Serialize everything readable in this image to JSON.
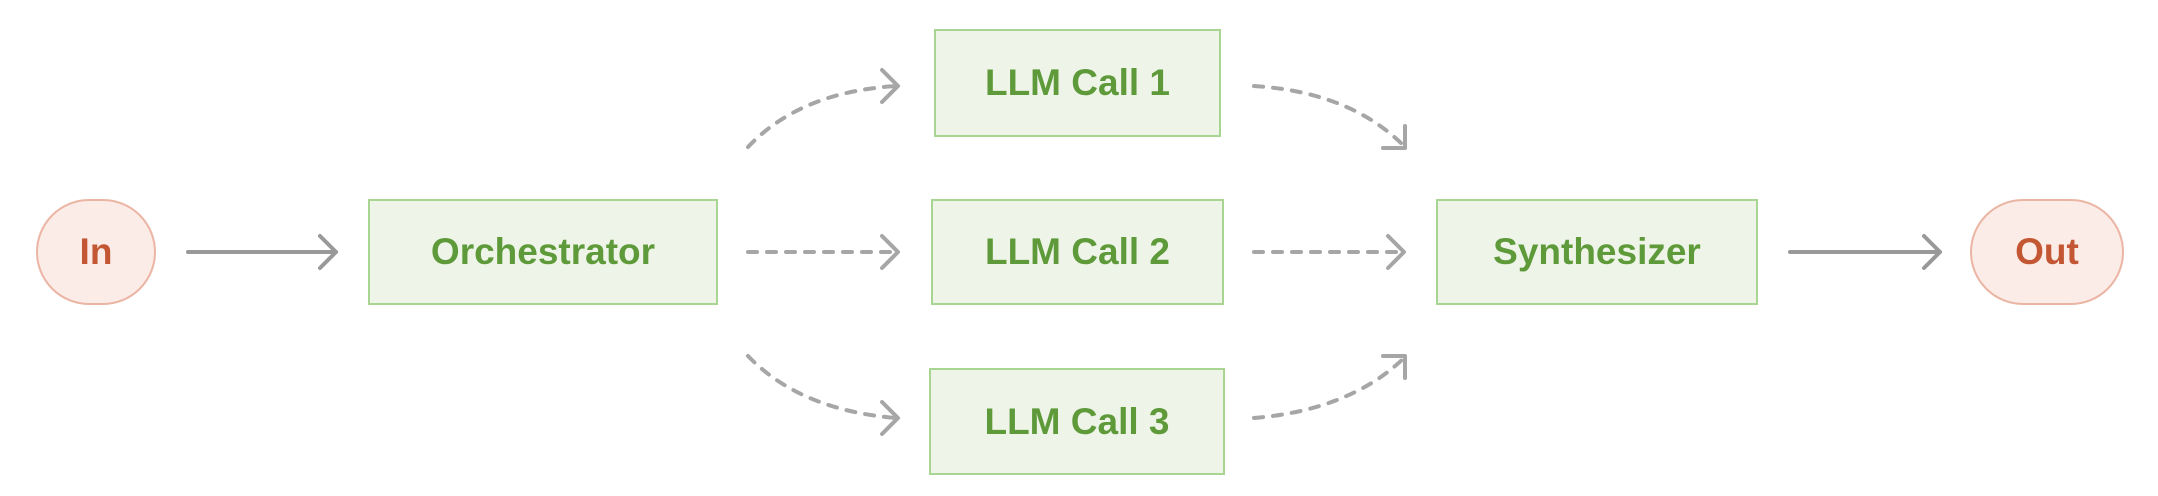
{
  "diagram": {
    "nodes": {
      "input": "In",
      "orchestrator": "Orchestrator",
      "llm_call_1": "LLM Call 1",
      "llm_call_2": "LLM Call 2",
      "llm_call_3": "LLM Call 3",
      "synthesizer": "Synthesizer",
      "output": "Out"
    },
    "edges": [
      {
        "from": "In",
        "to": "Orchestrator",
        "style": "solid"
      },
      {
        "from": "Orchestrator",
        "to": "LLM Call 1",
        "style": "dashed"
      },
      {
        "from": "Orchestrator",
        "to": "LLM Call 2",
        "style": "dashed"
      },
      {
        "from": "Orchestrator",
        "to": "LLM Call 3",
        "style": "dashed"
      },
      {
        "from": "LLM Call 1",
        "to": "Synthesizer",
        "style": "dashed"
      },
      {
        "from": "LLM Call 2",
        "to": "Synthesizer",
        "style": "dashed"
      },
      {
        "from": "LLM Call 3",
        "to": "Synthesizer",
        "style": "dashed"
      },
      {
        "from": "Synthesizer",
        "to": "Out",
        "style": "solid"
      }
    ],
    "colors": {
      "terminal_fill": "#fbece7",
      "terminal_border": "#ebb5a4",
      "terminal_text": "#c45733",
      "process_fill": "#eef5e8",
      "process_border": "#a9d592",
      "process_text": "#5e9a3a",
      "arrow": "#a6a6a6"
    }
  }
}
